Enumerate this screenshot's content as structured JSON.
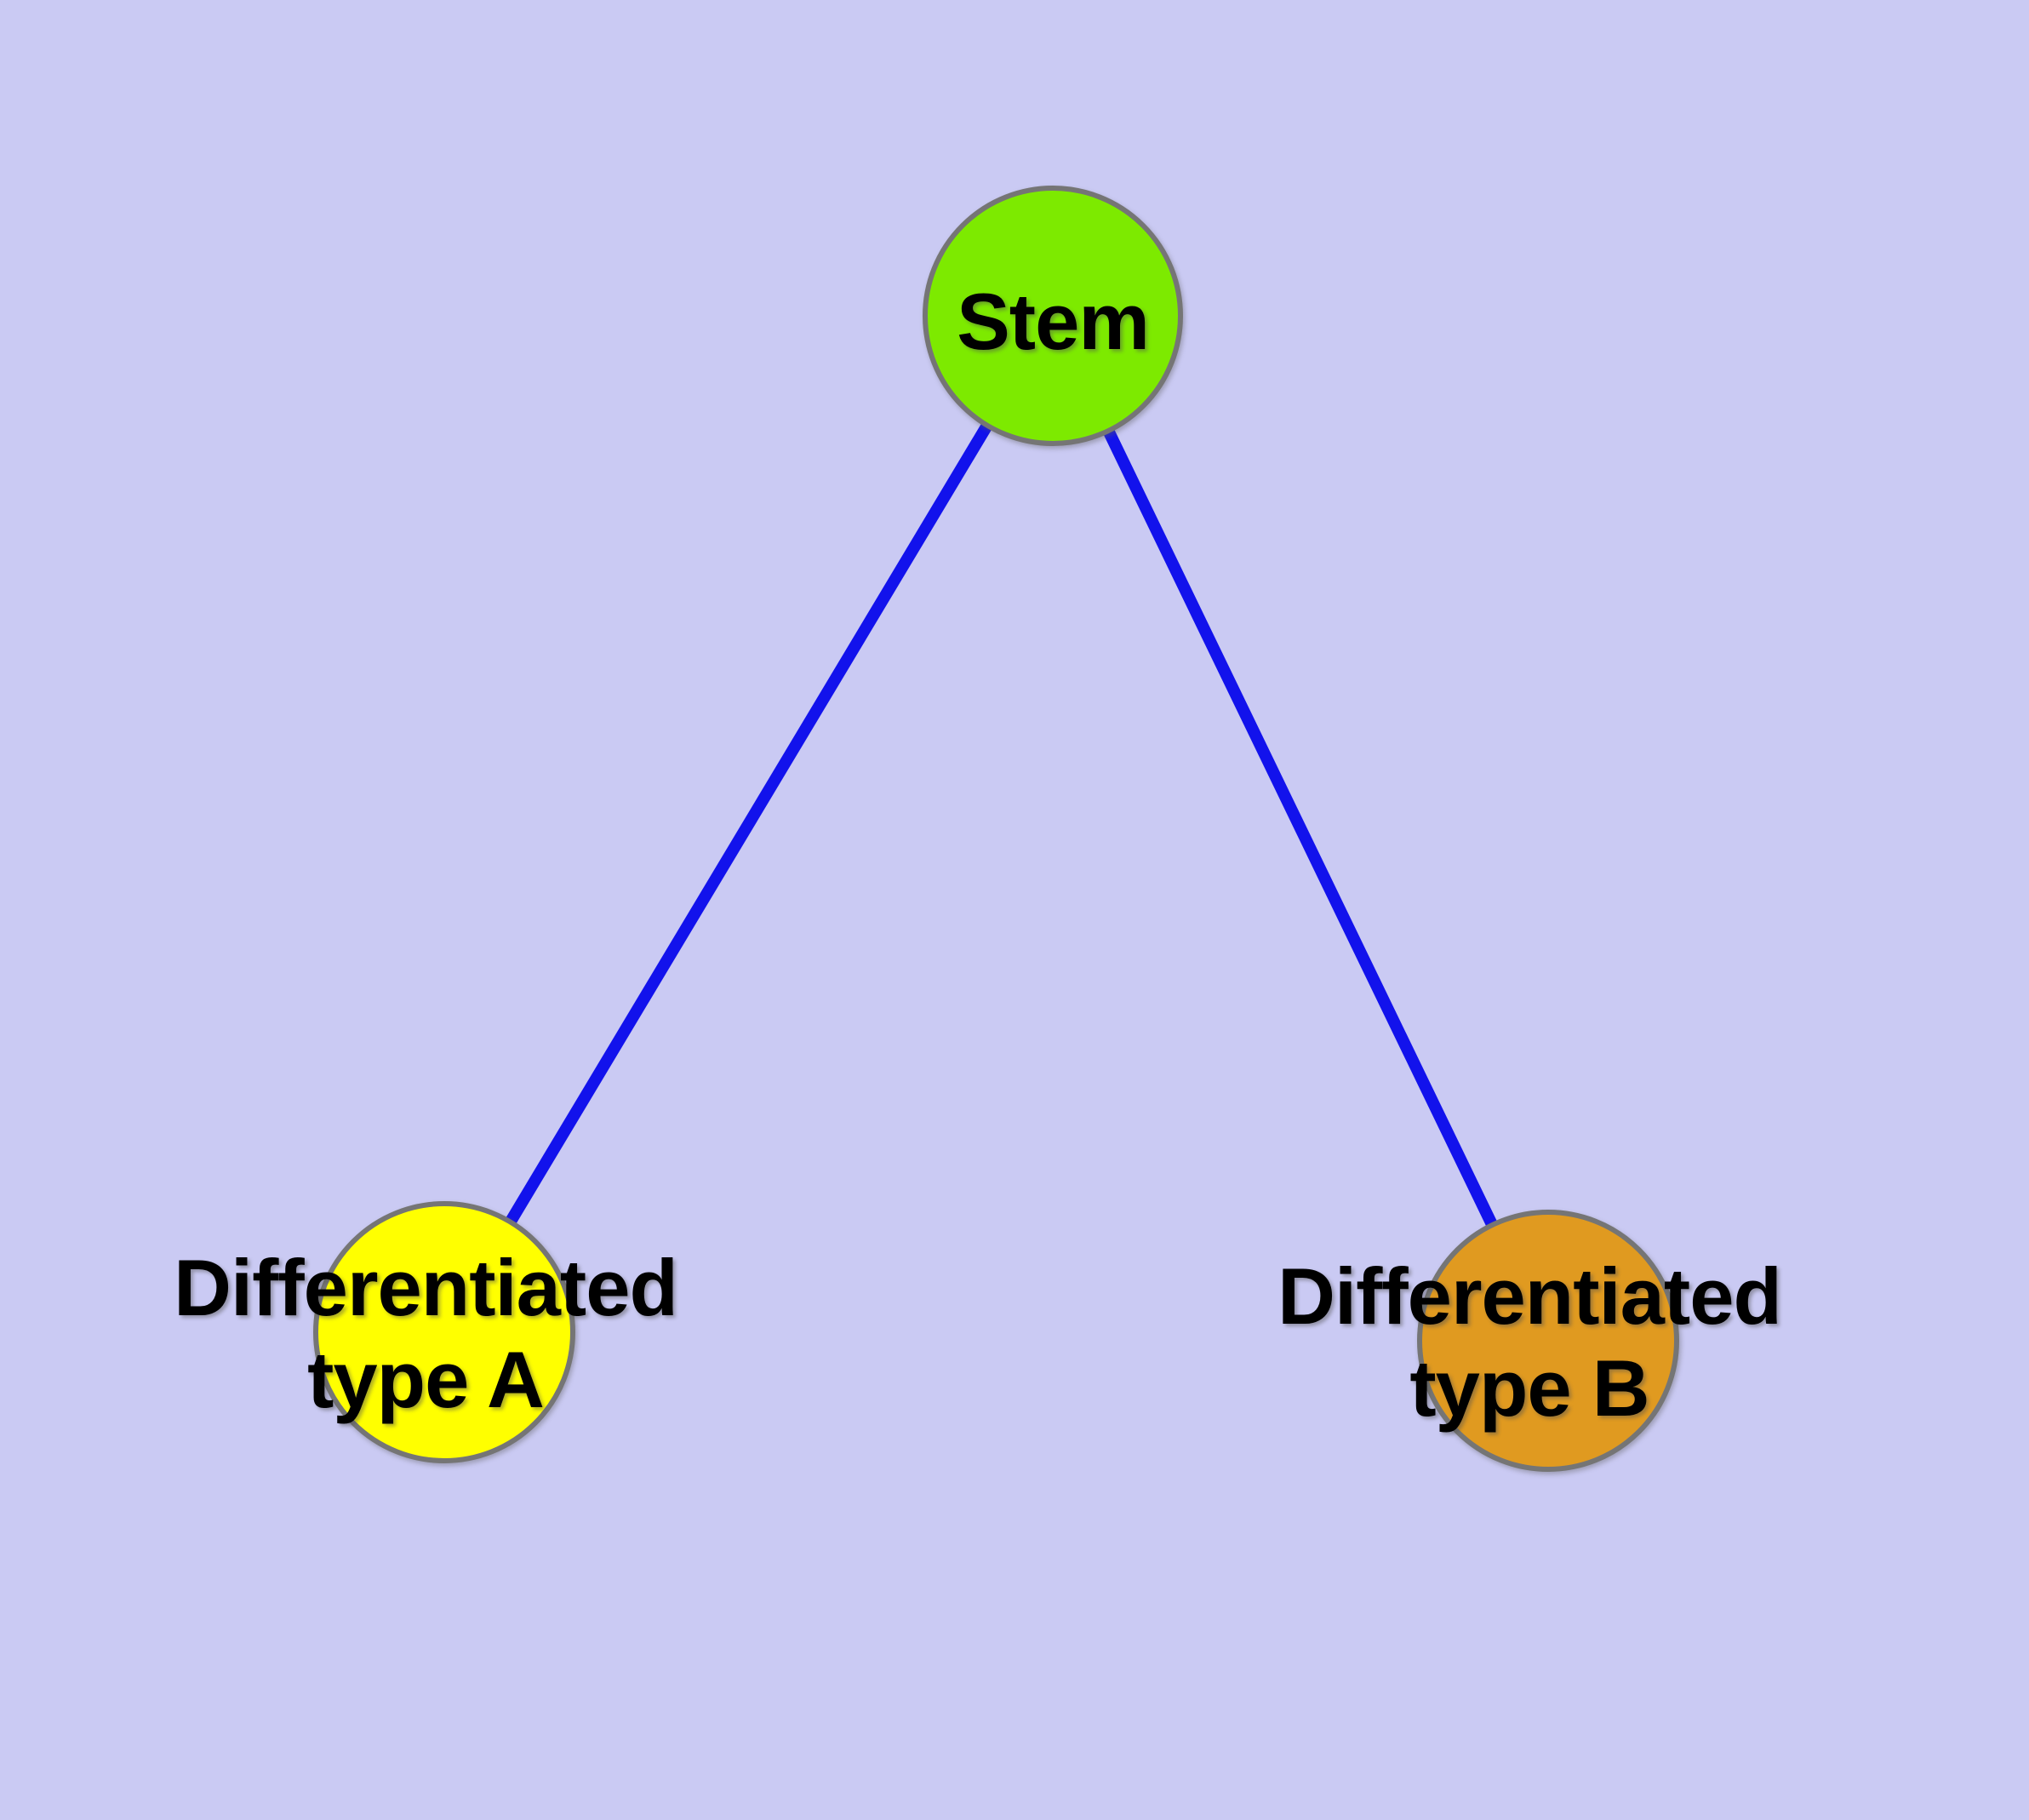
{
  "diagram": {
    "style": {
      "background_color": "#cacaf3",
      "edge_color": "#1212ec",
      "node_border_color": "#757575",
      "label_color": "#000000"
    },
    "nodes": {
      "stem": {
        "label": "Stem",
        "fill": "#7dea00"
      },
      "type_a": {
        "label_line1": "Differentiated",
        "label_line2": "type A",
        "fill": "#ffff00"
      },
      "type_b": {
        "label_line1": "Differentiated",
        "label_line2": "type B",
        "fill": "#e09a20"
      }
    },
    "edges": [
      {
        "from": "Stem",
        "to": "Differentiated type A"
      },
      {
        "from": "Stem",
        "to": "Differentiated type B"
      }
    ]
  }
}
